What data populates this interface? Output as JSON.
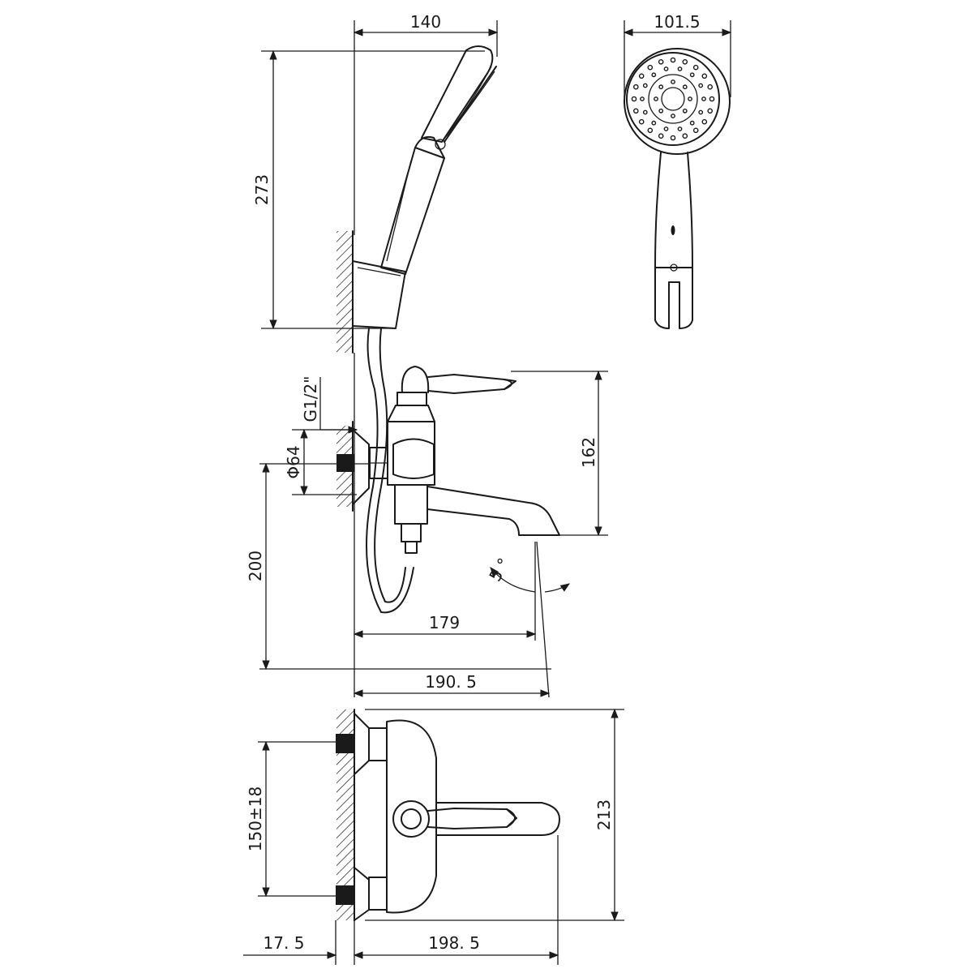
{
  "dimensions": {
    "top_width": "140",
    "head_diameter": "101.5",
    "handshower_height": "273",
    "thread": "G1/2\"",
    "flange_diameter": "Φ64",
    "body_height": "162",
    "mount_height": "200",
    "spout_angle": "5 °",
    "spout_reach_179": "179",
    "spout_reach_190": "190. 5",
    "center_distance": "150±18",
    "plan_height": "213",
    "wall_offset": "17. 5",
    "plan_depth": "198. 5"
  },
  "colors": {
    "line": "#1a1a1a",
    "background": "#ffffff"
  }
}
